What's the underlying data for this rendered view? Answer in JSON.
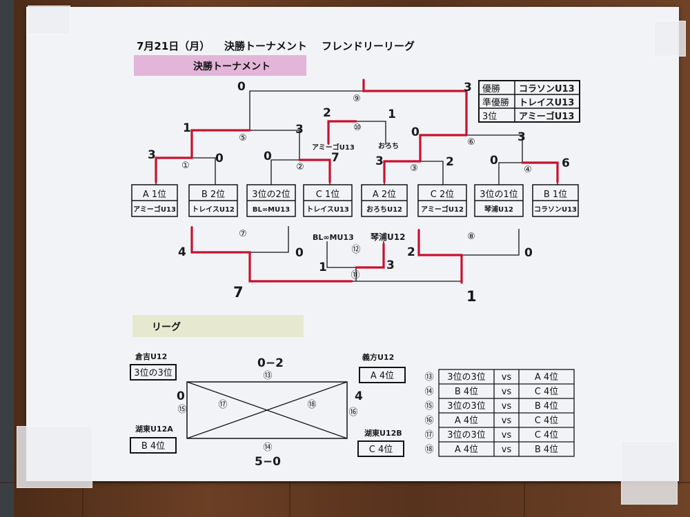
{
  "header": {
    "date": "7月21日（月）",
    "tournament_title": "決勝トーナメント",
    "league_title": "フレンドリーリーグ"
  },
  "sections": {
    "finals": "決勝トーナメント",
    "league": "リーグ"
  },
  "results_box": [
    {
      "rank": "優勝",
      "team": "コラソンU13"
    },
    {
      "rank": "準優勝",
      "team": "トレイスU13"
    },
    {
      "rank": "3位",
      "team": "アミーゴU13"
    }
  ],
  "entries": [
    {
      "slot": "A 1位",
      "team": "アミーゴU13"
    },
    {
      "slot": "B 2位",
      "team": "トレイスU12"
    },
    {
      "slot": "3位の2位",
      "team": "BL∞MU13"
    },
    {
      "slot": "C 1位",
      "team": "トレイスU13"
    },
    {
      "slot": "A 2位",
      "team": "おろちU12"
    },
    {
      "slot": "C 2位",
      "team": "アミーゴU12"
    },
    {
      "slot": "3位の1位",
      "team": "琴浦U12"
    },
    {
      "slot": "B 1位",
      "team": "コラソンU13"
    }
  ],
  "matches": {
    "m1": "①",
    "m2": "②",
    "m3": "③",
    "m4": "④",
    "m5": "⑤",
    "m6": "⑥",
    "m7": "⑦",
    "m8": "⑧",
    "m9": "⑨",
    "m10": "⑩",
    "m11": "⑪",
    "m12": "⑫",
    "m13": "⑬",
    "m14": "⑭",
    "m15": "⑮",
    "m16": "⑯",
    "m17": "⑰",
    "m18": "⑱"
  },
  "scores": {
    "m1_left": "3",
    "m1_right": "0",
    "m2_left": "0",
    "m2_right": "7",
    "m3_left": "3",
    "m3_right": "2",
    "m4_left": "0",
    "m4_right": "6",
    "m5_left": "1",
    "m5_right": "3",
    "m6_left": "0",
    "m6_right": "3",
    "m9_left": "0",
    "m9_right": "3",
    "m10_left": "2",
    "m10_right": "1",
    "m7_left": "4",
    "m7_right": "0",
    "m8_left": "2",
    "m8_right": "0",
    "m12_left": "1",
    "m12_right": "3",
    "m11_left": "7",
    "m11_right": "1"
  },
  "annotations": {
    "m10_left_team": "アミーゴU13",
    "m10_right_team": "おろち",
    "m12_left_team": "BL∞MU13",
    "m12_right_team": "琴浦U12"
  },
  "league": {
    "top_left_team": "倉吉U12",
    "top_left_slot": "3位の3位",
    "top_right_team": "義方U12",
    "top_right_slot": "A 4位",
    "bottom_left_team": "湖東U12A",
    "bottom_left_slot": "B 4位",
    "bottom_right_team": "湖東U12B",
    "bottom_right_slot": "C 4位",
    "score_top": "0−2",
    "score_bottom": "5−0",
    "score_left": "0",
    "score_right": "4"
  },
  "schedule": [
    {
      "no": "⑬",
      "home": "3位の3位",
      "vs": "vs",
      "away": "A 4位"
    },
    {
      "no": "⑭",
      "home": "B 4位",
      "vs": "vs",
      "away": "C 4位"
    },
    {
      "no": "⑮",
      "home": "3位の3位",
      "vs": "vs",
      "away": "B 4位"
    },
    {
      "no": "⑯",
      "home": "A 4位",
      "vs": "vs",
      "away": "C 4位"
    },
    {
      "no": "⑰",
      "home": "3位の3位",
      "vs": "vs",
      "away": "C 4位"
    },
    {
      "no": "⑱",
      "home": "A 4位",
      "vs": "vs",
      "away": "B 4位"
    }
  ],
  "colors": {
    "winner_line": "#c8102e",
    "finals_banner": "#e3b5d8",
    "league_banner": "#e6e9cf"
  }
}
